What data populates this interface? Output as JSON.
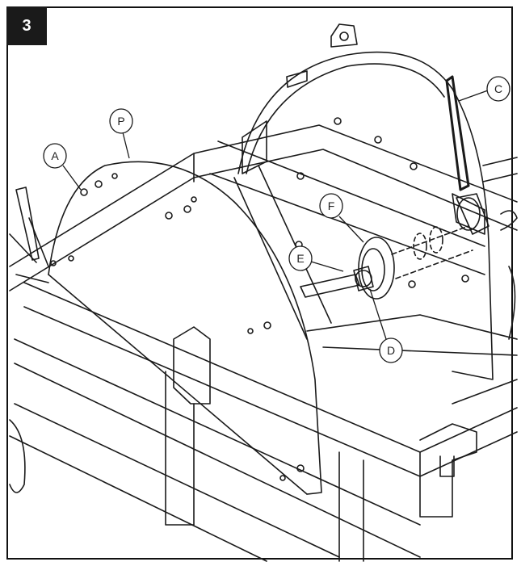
{
  "step": {
    "number": "3"
  },
  "callouts": {
    "A": "A",
    "P": "P",
    "C": "C",
    "F": "F",
    "E": "E",
    "D": "D"
  },
  "colors": {
    "line": "#1a1a1a",
    "badge": "#1a1a1a",
    "background": "#ffffff"
  }
}
